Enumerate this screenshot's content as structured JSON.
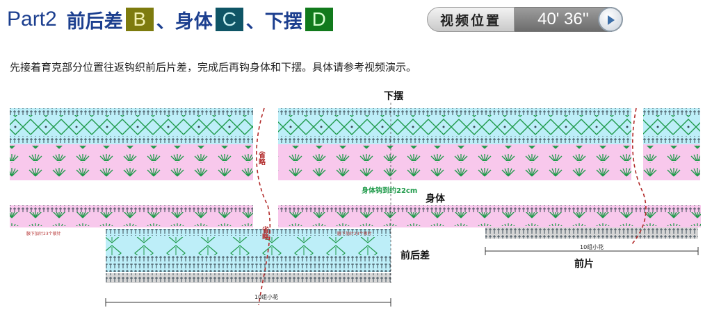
{
  "header": {
    "part": "Part2",
    "segments": [
      {
        "text": "前后差",
        "badge": "B",
        "badge_bg": "#7d7b0e",
        "badge_fg": "#f2f0b0"
      },
      {
        "text": "、身体",
        "badge": "C",
        "badge_bg": "#0f5566",
        "badge_fg": "#c8f0f2"
      },
      {
        "text": "、下摆",
        "badge": "D",
        "badge_bg": "#117a1c",
        "badge_fg": "#d6ffd0"
      }
    ]
  },
  "video": {
    "label": "视频位置",
    "time": "40' 36''"
  },
  "description": "先接着育克部分位置往返钩织前后片差，完成后再钩身体和下摆。具体请参考视频演示。",
  "diagram": {
    "label_hem": "下摆",
    "label_body": "身体",
    "label_front_back_diff": "前后差",
    "label_front_piece": "前片",
    "label_omit": "省略",
    "label_body_length": "身体钩到约22cm",
    "label_flowers": "10组小花",
    "label_left_note": "腋下加针23个锁针"
  },
  "colors": {
    "cyan_band": "#bdeef8",
    "pink_band": "#f8c8ec",
    "green_stitch": "#1f9a4a",
    "dark_stitch": "#3a4a55",
    "dashed_line": "#b22a2a",
    "title_blue": "#1c3f8f"
  }
}
